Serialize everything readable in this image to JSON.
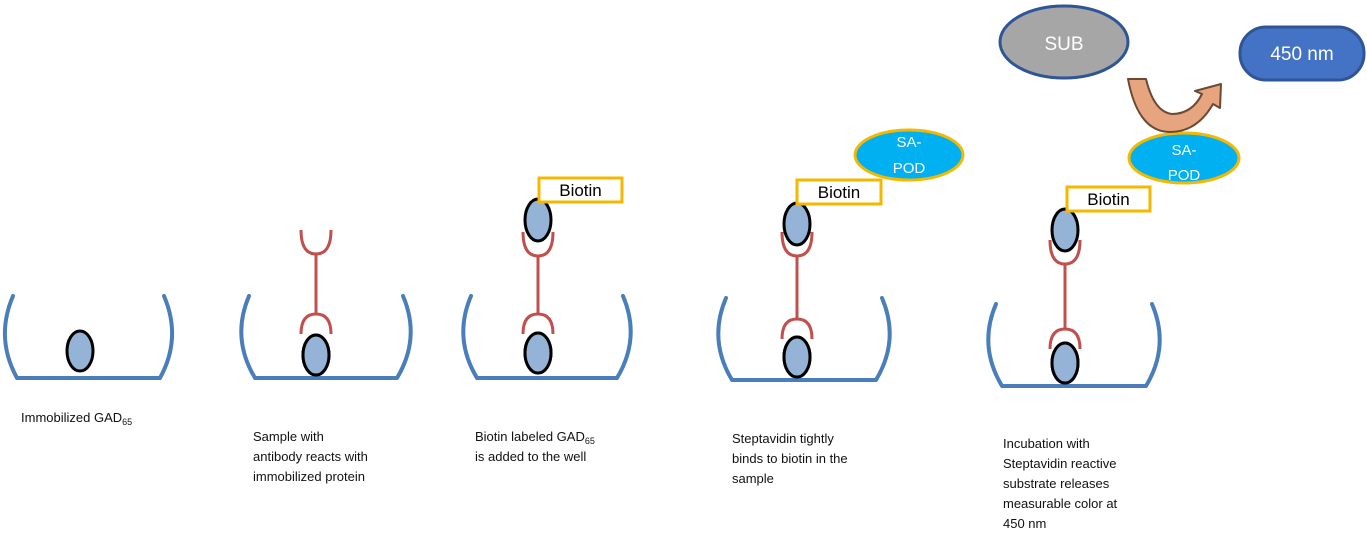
{
  "colors": {
    "well": "#4a7ebb",
    "antigen_fill": "#95b3d7",
    "antigen_stroke": "#000000",
    "antibody": "#c0504d",
    "biotin_border": "#f5b800",
    "sapod_fill": "#00b0f0",
    "sapod_border": "#f5b800",
    "sub_fill": "#a6a6a6",
    "sub_border": "#2f5597",
    "nm_fill": "#4472c4",
    "nm_border": "#2f5597",
    "arrow_fill": "#e6a57e",
    "arrow_stroke": "#6b4a35"
  },
  "labels": {
    "biotin": "Biotin",
    "sa_pod_line1": "SA-",
    "sa_pod_line2": "POD",
    "sub": "SUB",
    "wavelength": "450 nm"
  },
  "steps": [
    {
      "caption": {
        "pre": "Immobilized GAD",
        "sub": "65",
        "rest": []
      },
      "has_antibody": false,
      "has_biotin": false,
      "has_sapod": false
    },
    {
      "caption": {
        "pre": "Sample with",
        "sub": "",
        "rest": [
          "antibody reacts with",
          "immobilized protein"
        ]
      },
      "has_antibody": true,
      "has_biotin": false,
      "has_sapod": false
    },
    {
      "caption": {
        "pre": "Biotin labeled GAD",
        "sub": "65",
        "rest": [
          "is added to the well"
        ]
      },
      "has_antibody": true,
      "has_biotin": true,
      "has_sapod": false
    },
    {
      "caption": {
        "pre": "Steptavidin tightly",
        "sub": "",
        "rest": [
          "binds to biotin in the",
          "sample"
        ]
      },
      "has_antibody": true,
      "has_biotin": true,
      "has_sapod": true
    },
    {
      "caption": {
        "pre": "Incubation with",
        "sub": "",
        "rest": [
          "Steptavidin reactive",
          "substrate releases",
          "measurable color at",
          "450 nm"
        ]
      },
      "has_antibody": true,
      "has_biotin": true,
      "has_sapod": true,
      "has_substrate": true
    }
  ]
}
